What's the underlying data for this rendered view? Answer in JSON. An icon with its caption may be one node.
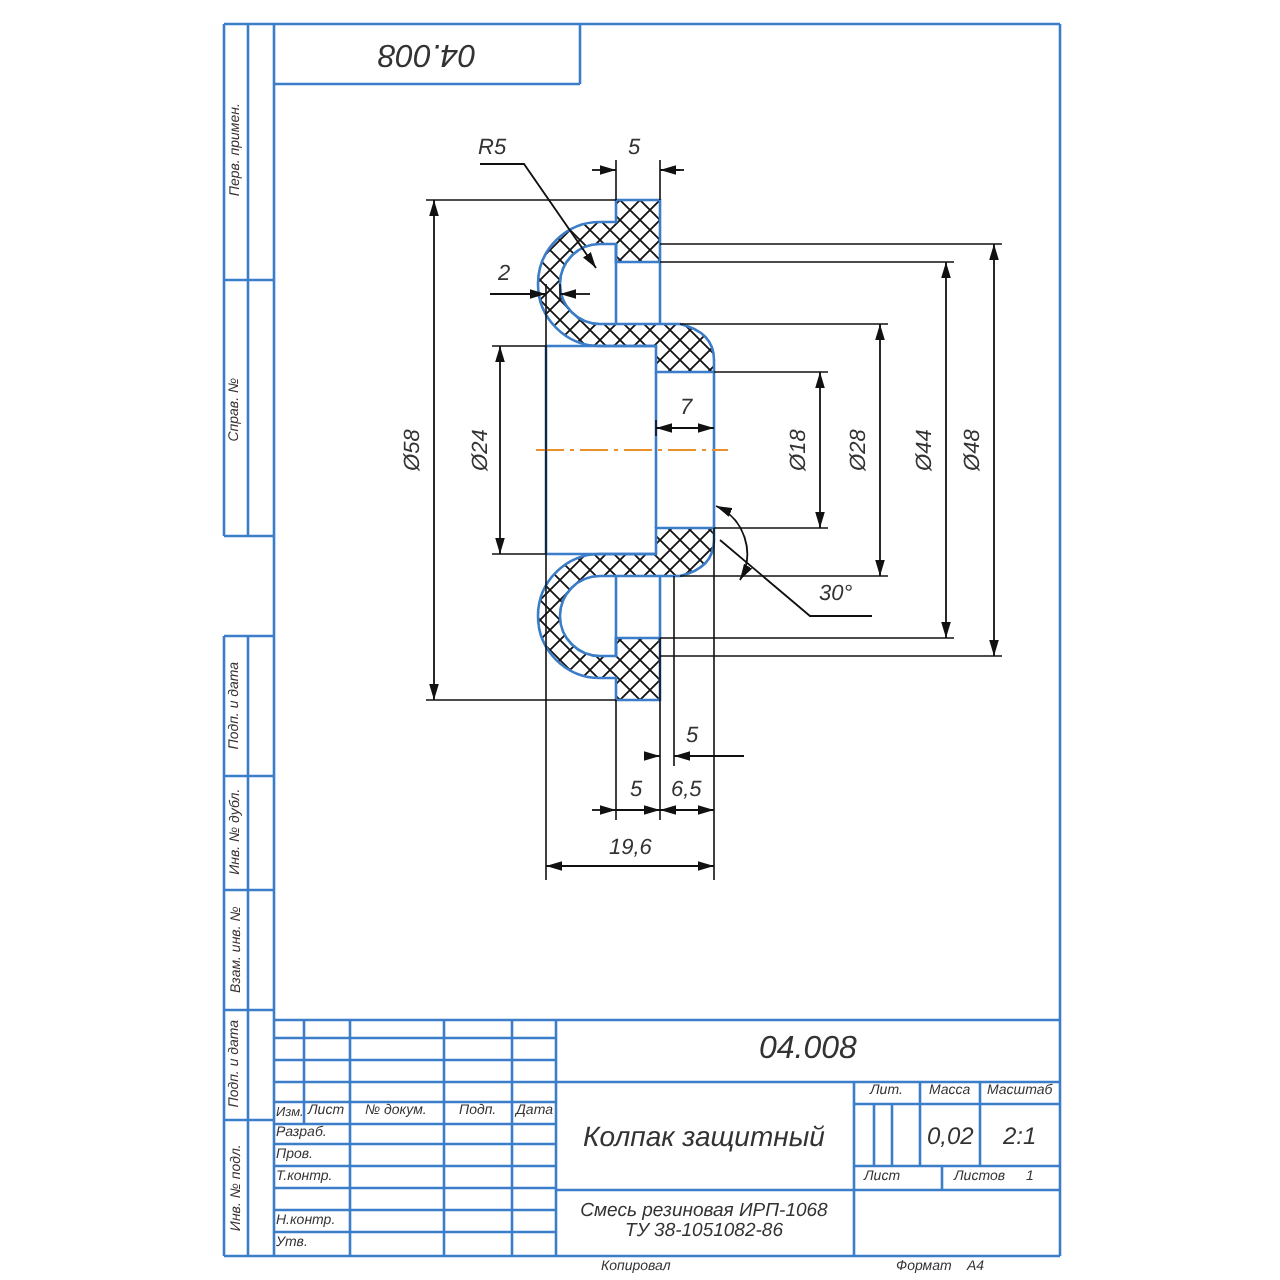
{
  "diagram": {
    "labels": [
      "04.008",
      "Перв. примен.",
      "Справ. №",
      "R5",
      "5",
      "2",
      "Ø58",
      "Ø24",
      "7",
      "Ø18",
      "Ø28",
      "Ø44",
      "Ø48",
      "30°",
      "Подп. и дата",
      "5",
      "Инв. № дубл.",
      "5",
      "6,5",
      "Взам. инв. №",
      "19,6",
      "Подп. и дата",
      "04.008",
      "Лит.",
      "Масса",
      "Масштаб",
      "Изм.",
      "Лист",
      "№ докум.",
      "Подп.",
      "Дата",
      "Разраб.",
      "Колпак защитный",
      "0,02",
      "2:1",
      "Пров.",
      "Т.контр.",
      "Лист",
      "Листов",
      "1",
      "Инв. № подл.",
      "Н.контр.",
      "Смесь резиновая ИРП-1068 ТУ 38-1051082-86",
      "Утв.",
      "Копировал",
      "Формат",
      "А4"
    ]
  }
}
